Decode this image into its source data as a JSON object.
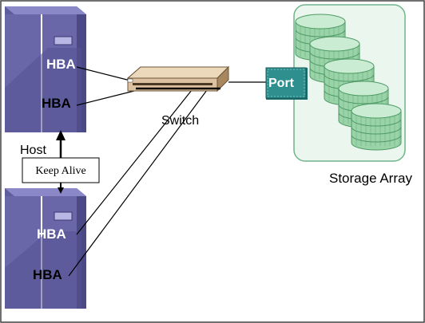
{
  "labels": {
    "hba_top_1": "HBA",
    "hba_top_2": "HBA",
    "hba_bottom_1": "HBA",
    "hba_bottom_2": "HBA",
    "switch": "Switch",
    "port": "Port",
    "host": "Host",
    "keep_alive": "Keep Alive",
    "storage_array": "Storage Array"
  },
  "colors": {
    "server_body": "#6a67a8",
    "server_dark": "#545291",
    "server_light": "#8a88c6",
    "switch_body": "#dcc2a0",
    "switch_dark": "#8c6e4c",
    "port_fill": "#2f8f8f",
    "storage_bg": "#eaf6ee",
    "storage_border": "#6fb48a",
    "disk_fill": "#9ad3a8",
    "disk_top": "#c9ecd2",
    "disk_stripe": "#4f9a66"
  }
}
